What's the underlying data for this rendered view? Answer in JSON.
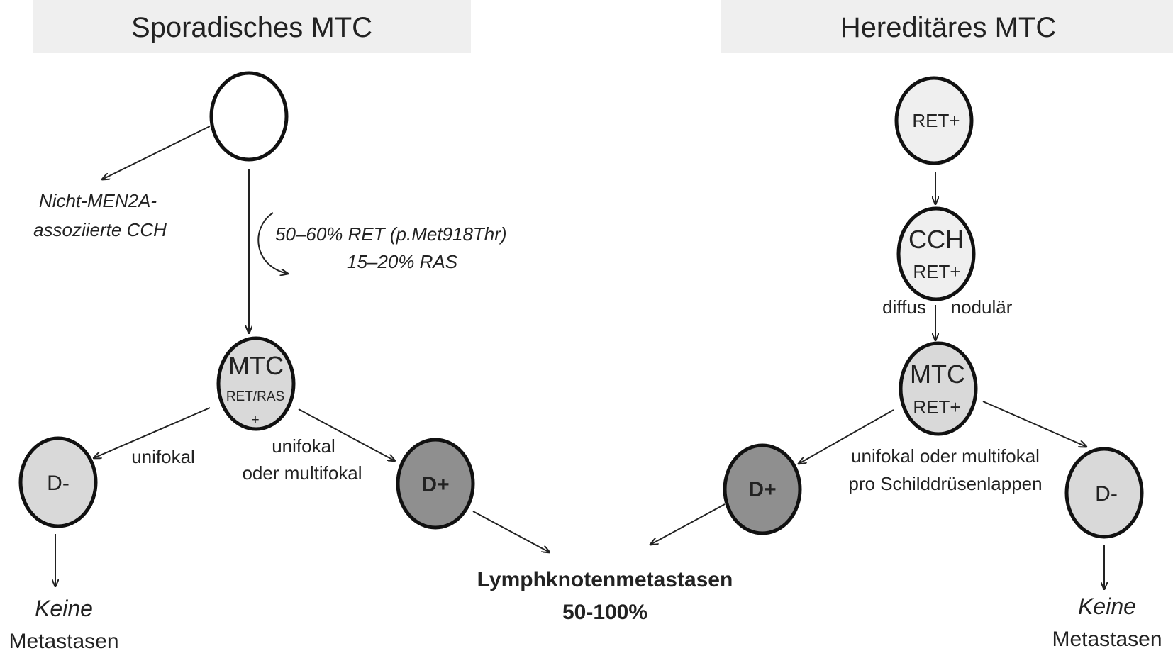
{
  "headers": {
    "left": "Sporadisches MTC",
    "right": "Hereditäres MTC"
  },
  "colors": {
    "header_bg": "#efefef",
    "node_empty": "#ffffff",
    "node_light": "#efefef",
    "node_mid": "#d9d9d9",
    "node_dark": "#8f8f8f",
    "stroke": "#111111"
  },
  "left": {
    "note_cch_line1": "Nicht-MEN2A-",
    "note_cch_line2": "assoziierte CCH",
    "mutation_line1": "50–60% RET (p.Met918Thr)",
    "mutation_line2": "15–20% RAS",
    "mtc_title": "MTC",
    "mtc_sub1": "RET/RAS",
    "mtc_sub2": "+",
    "d_minus": "D-",
    "d_plus": "D+",
    "unifokal": "unifokal",
    "unifokal_multi_line1": "unifokal",
    "unifokal_multi_line2": "oder multifokal",
    "keine": "Keine",
    "metastasen": "Metastasen"
  },
  "right": {
    "ret_node": "RET+",
    "cch_title": "CCH",
    "cch_sub": "RET+",
    "diffus": "diffus",
    "nodular": "nodulär",
    "mtc_title": "MTC",
    "mtc_sub": "RET+",
    "d_plus": "D+",
    "d_minus": "D-",
    "desc_line1": "unifokal oder multifokal",
    "desc_line2": "pro Schilddrüsenlappen",
    "keine": "Keine",
    "metastasen": "Metastasen"
  },
  "center": {
    "lymph_line1": "Lymphknotenmetastasen",
    "lymph_line2": "50-100%"
  }
}
